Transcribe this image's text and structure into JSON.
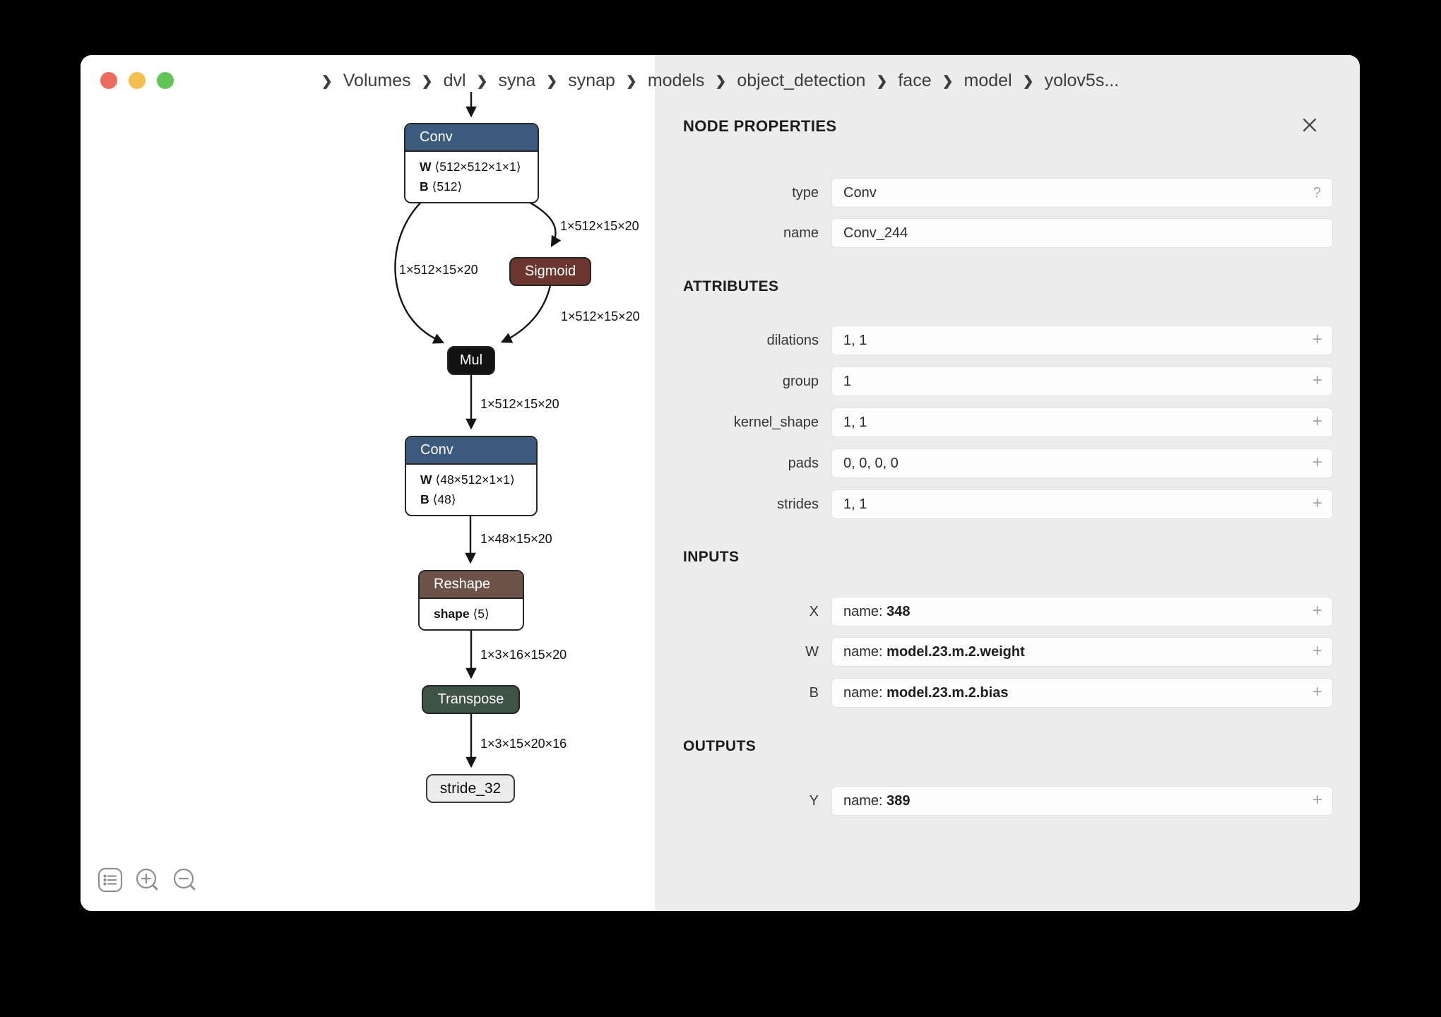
{
  "window": {
    "chevron": "❯",
    "breadcrumb": [
      "Volumes",
      "dvl",
      "syna",
      "synap",
      "models",
      "object_detection",
      "face",
      "model",
      "yolov5s..."
    ]
  },
  "colors": {
    "conv_header": "#3b5a7e",
    "sigmoid": "#6b362d",
    "mul": "#121212",
    "reshape_header": "#6d5247",
    "transpose": "#3d5345",
    "output_node_bg": "#ececec",
    "panel_bg": "#ececec",
    "traffic_red": "#ec6a5e",
    "traffic_yellow": "#f4bf4f",
    "traffic_green": "#61c454"
  },
  "graph": {
    "nodes": {
      "conv1": {
        "title": "Conv",
        "params": [
          {
            "key": "W",
            "value": "⟨512×512×1×1⟩"
          },
          {
            "key": "B",
            "value": "⟨512⟩"
          }
        ]
      },
      "sigmoid": {
        "title": "Sigmoid"
      },
      "mul": {
        "title": "Mul"
      },
      "conv2": {
        "title": "Conv",
        "params": [
          {
            "key": "W",
            "value": "⟨48×512×1×1⟩"
          },
          {
            "key": "B",
            "value": "⟨48⟩"
          }
        ]
      },
      "reshape": {
        "title": "Reshape",
        "params": [
          {
            "key": "shape",
            "value": "⟨5⟩"
          }
        ]
      },
      "transpose": {
        "title": "Transpose"
      },
      "output": {
        "title": "stride_32"
      }
    },
    "edge_labels": {
      "left": "1×512×15×20",
      "to_sigmoid": "1×512×15×20",
      "from_sigmoid": "1×512×15×20",
      "mul_to_conv": "1×512×15×20",
      "conv_to_reshape": "1×48×15×20",
      "reshape_to_transpose": "1×3×16×15×20",
      "transpose_to_output": "1×3×15×20×16"
    }
  },
  "panel": {
    "title": "NODE PROPERTIES",
    "properties": [
      {
        "label": "type",
        "value": "Conv",
        "help": "?"
      },
      {
        "label": "name",
        "value": "Conv_244"
      }
    ],
    "attributes_title": "ATTRIBUTES",
    "attributes": [
      {
        "label": "dilations",
        "value": "1, 1"
      },
      {
        "label": "group",
        "value": "1"
      },
      {
        "label": "kernel_shape",
        "value": "1, 1"
      },
      {
        "label": "pads",
        "value": "0, 0, 0, 0"
      },
      {
        "label": "strides",
        "value": "1, 1"
      }
    ],
    "inputs_title": "INPUTS",
    "inputs": [
      {
        "label": "X",
        "prefix": "name:",
        "value": "348"
      },
      {
        "label": "W",
        "prefix": "name:",
        "value": "model.23.m.2.weight"
      },
      {
        "label": "B",
        "prefix": "name:",
        "value": "model.23.m.2.bias"
      }
    ],
    "outputs_title": "OUTPUTS",
    "outputs": [
      {
        "label": "Y",
        "prefix": "name:",
        "value": "389"
      }
    ],
    "add_symbol": "+"
  }
}
